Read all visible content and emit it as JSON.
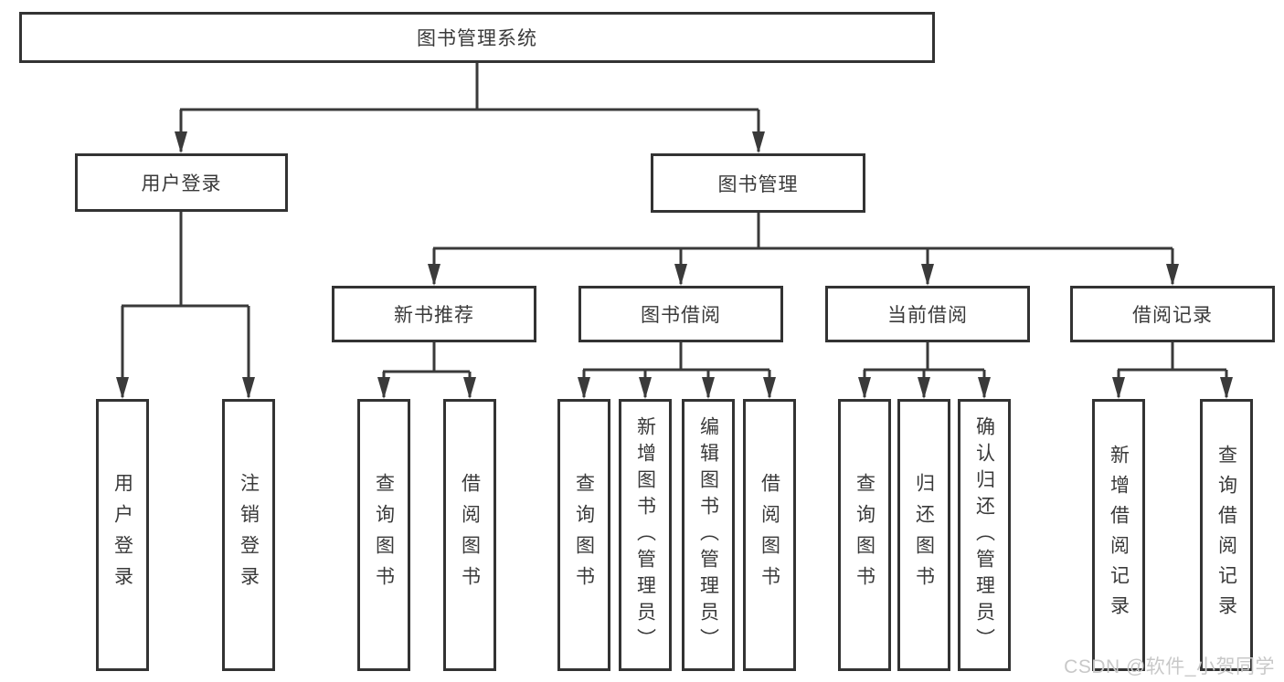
{
  "diagram": {
    "root": {
      "label": "图书管理系统"
    },
    "branches": [
      {
        "label": "用户登录",
        "children": [
          {
            "label": "用户登录"
          },
          {
            "label": "注销登录"
          }
        ]
      },
      {
        "label": "图书管理",
        "groups": [
          {
            "label": "新书推荐",
            "children": [
              {
                "label": "查询图书"
              },
              {
                "label": "借阅图书"
              }
            ]
          },
          {
            "label": "图书借阅",
            "children": [
              {
                "label": "查询图书"
              },
              {
                "label": "新增图书（管理员）"
              },
              {
                "label": "编辑图书（管理员）"
              },
              {
                "label": "借阅图书"
              }
            ]
          },
          {
            "label": "当前借阅",
            "children": [
              {
                "label": "查询图书"
              },
              {
                "label": "归还图书"
              },
              {
                "label": "确认归还（管理员）"
              }
            ]
          },
          {
            "label": "借阅记录",
            "children": [
              {
                "label": "新增借阅记录"
              },
              {
                "label": "查询借阅记录"
              }
            ]
          }
        ]
      }
    ],
    "watermark": "CSDN @软件_小贺同学",
    "colors": {
      "line": "#3a3a3a",
      "box_border": "#333333",
      "text": "#3a3a3a",
      "watermark_text": "#c8c8c8",
      "background": "#ffffff"
    }
  }
}
